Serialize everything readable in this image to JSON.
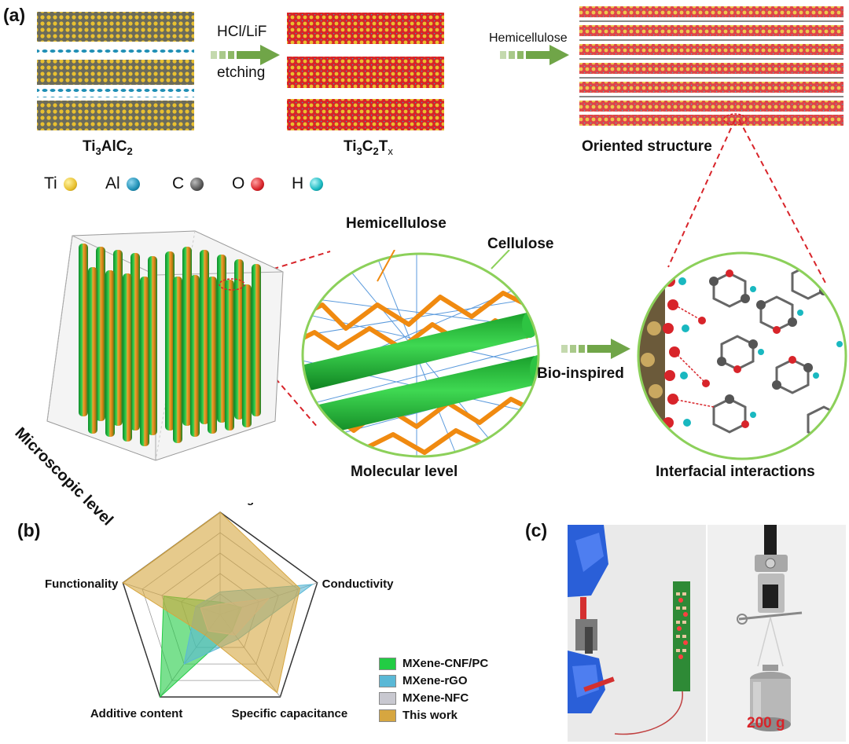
{
  "panel_a": {
    "label": "(a)",
    "crystals": [
      {
        "name": "Ti3AlC2",
        "formula_parts": [
          "Ti",
          "3",
          "AlC",
          "2",
          ""
        ]
      },
      {
        "name": "Ti3C2Tx",
        "formula_parts": [
          "Ti",
          "3",
          "C",
          "2",
          "T"
        ],
        "subscript_end": "x"
      }
    ],
    "arrow1_top": "HCl/LiF",
    "arrow1_bottom": "etching",
    "arrow2": "Hemicellulose",
    "oriented": "Oriented structure",
    "atoms": [
      {
        "symbol": "Ti",
        "color": "#e8c030"
      },
      {
        "symbol": "Al",
        "color": "#1f8fb5"
      },
      {
        "symbol": "C",
        "color": "#555555"
      },
      {
        "symbol": "O",
        "color": "#d8242a"
      },
      {
        "symbol": "H",
        "color": "#19b8c0"
      }
    ],
    "hemicellulose": "Hemicellulose",
    "cellulose": "Cellulose",
    "microscopic": "Microscopic level",
    "molecular": "Molecular level",
    "bioinspired": "Bio-inspired",
    "interfacial": "Interfacial interactions"
  },
  "panel_b": {
    "label": "(b)"
  },
  "panel_c": {
    "label": "(c)",
    "weight": "200 g"
  },
  "chart_data": {
    "type": "radar",
    "axes": [
      "Tensile strength",
      "Conductivity",
      "Specific capacitance",
      "Additive content",
      "Functionality"
    ],
    "series": [
      {
        "name": "MXene-CNF/PC",
        "color": "#22cc44",
        "values": [
          0.12,
          0.22,
          0.2,
          1.0,
          0.58
        ]
      },
      {
        "name": "MXene-rGO",
        "color": "#5ab8d6",
        "values": [
          0.22,
          0.95,
          0.3,
          0.6,
          0.25
        ]
      },
      {
        "name": "MXene-NFC",
        "color": "#c8c8d0",
        "values": [
          0.1,
          0.5,
          0.25,
          0.2,
          0.2
        ]
      },
      {
        "name": "This work",
        "color": "#d6a640",
        "values": [
          1.0,
          0.82,
          0.95,
          0.25,
          1.0
        ]
      }
    ],
    "levels": 5
  }
}
